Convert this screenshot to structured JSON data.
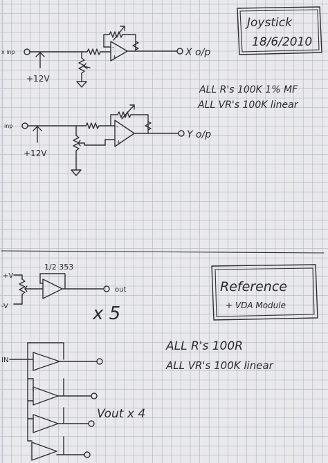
{
  "title_box": {
    "line1": "Joystick",
    "line2": "18/6/2010"
  },
  "circuit_x": {
    "input_label": "x inp",
    "supply_label": "+12V",
    "output_label": "X o/p"
  },
  "circuit_y": {
    "input_label": "inp",
    "supply_label": "+12V",
    "output_label": "Y o/p"
  },
  "notes_top": {
    "line1": "ALL R's 100K 1% MF",
    "line2": "ALL VR's 100K linear"
  },
  "reference": {
    "chip_label": "1/2 353",
    "plus_label": "+V",
    "minus_label": "-V",
    "output_label": "out",
    "multiplier": "x 5"
  },
  "reference_box": {
    "line1": "Reference",
    "line2": "+ VDA Module"
  },
  "notes_bottom": {
    "line1": "ALL R's 100R",
    "line2": "ALL VR's 100K linear"
  },
  "buffers": {
    "input_label": "IN",
    "output_label": "Vout x 4"
  },
  "colors": {
    "paper": "#e9e9ec",
    "grid": "#aeb3c2",
    "ink": "#2e2e33"
  }
}
